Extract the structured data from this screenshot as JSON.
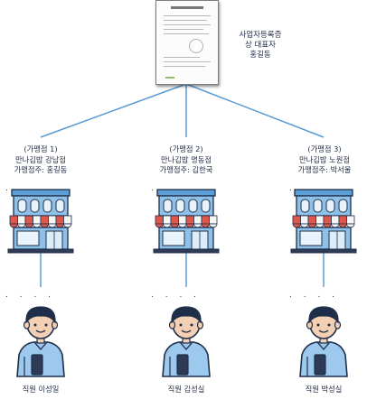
{
  "owner": {
    "line1": "사업자등록증",
    "line2": "상 대표자",
    "line3": "홍길동"
  },
  "branches": [
    {
      "title": "(가맹점 1)",
      "name": "만나김밥  강남점",
      "owner": "가맹점주: 홍길동",
      "staff": "직원  이성일"
    },
    {
      "title": "(가맹점 2)",
      "name": "만나김밥  명동점",
      "owner": "가맹점주: 김한국",
      "staff": "직원  김성실"
    },
    {
      "title": "(가맹점 3)",
      "name": "만나김밥  노원점",
      "owner": "가맹점주: 박서울",
      "staff": "직원  박성실"
    }
  ],
  "dots": ". . . .",
  "colors": {
    "line": "#5b9bd5",
    "awning_red": "#e2574c",
    "awning_white": "#f5f5f5",
    "building": "#8fc1e8",
    "building_dark": "#5c9fd6",
    "hair": "#1f2f4a",
    "skin": "#f3cfb4",
    "shirt": "#9ec9ef",
    "shirt_shadow": "#7eb3e4",
    "outline": "#1f2f4a"
  }
}
